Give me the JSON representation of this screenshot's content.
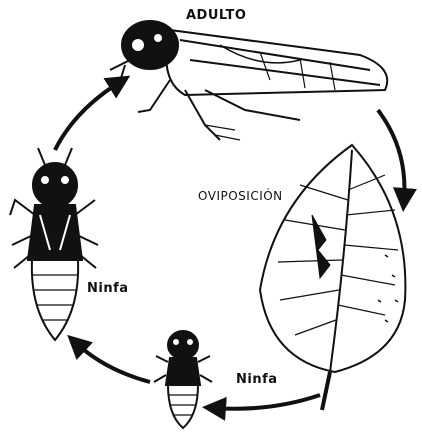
{
  "labels": {
    "adult": "ADULTO",
    "oviposition": "OVIPOSICIÓN",
    "nymph_large": "Ninfa",
    "nymph_small": "Ninfa"
  },
  "colors": {
    "ink": "#111111",
    "paper": "#ffffff"
  }
}
